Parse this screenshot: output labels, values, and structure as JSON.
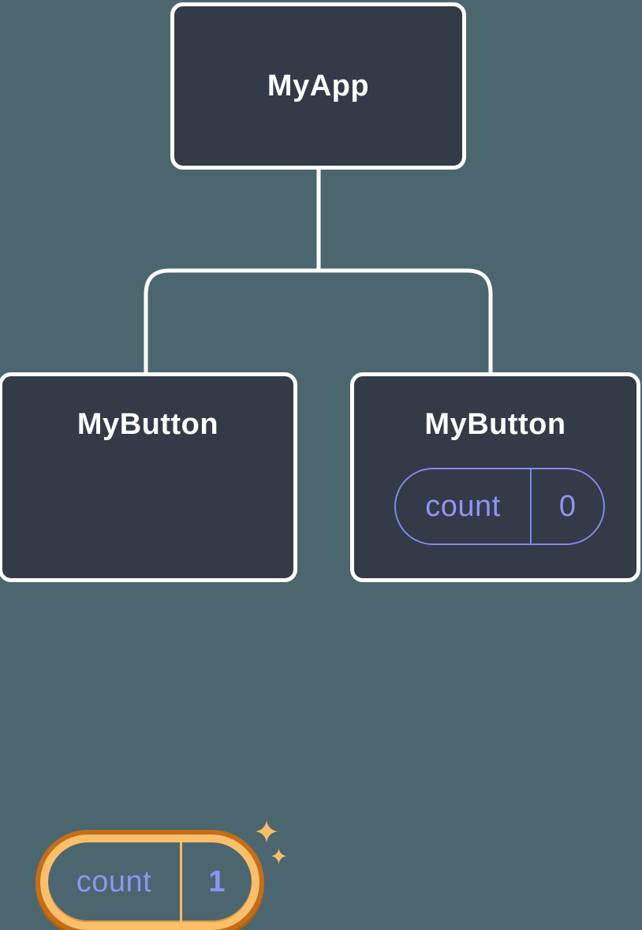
{
  "diagram": {
    "description": "React component tree showing isolated state per component instance",
    "root": {
      "label": "MyApp"
    },
    "children": [
      {
        "label": "MyButton",
        "state_name": "count",
        "state_value": "1",
        "highlighted": true
      },
      {
        "label": "MyButton",
        "state_name": "count",
        "state_value": "0",
        "highlighted": false
      }
    ]
  },
  "colors": {
    "background": "#4C6670",
    "node_fill": "#343A47",
    "node_border": "#FFFFFF",
    "connector": "#FFFFFF",
    "state_purple": "#8B96F3",
    "pill_border_purple": "#7F8AEC",
    "highlight_band": "#FBBE6B",
    "highlight_ring": "#C46E19",
    "sparkle": "#F9BD67"
  },
  "icons": {
    "sparkle_large": "four-point-star",
    "sparkle_small": "four-point-star"
  }
}
